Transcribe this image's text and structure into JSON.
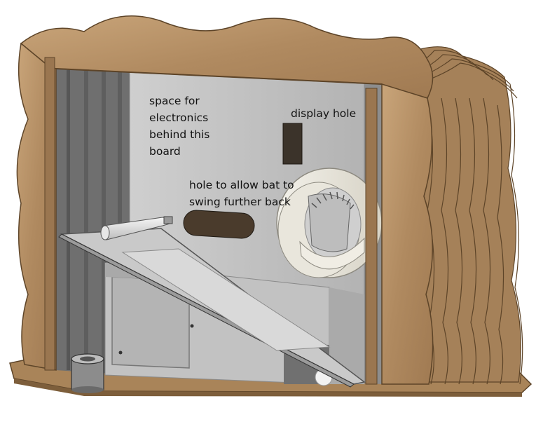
{
  "annotations": {
    "electronics": "space for\nelectronics\nbehind this\nboard",
    "display": "display hole",
    "bat": "hole to allow bat to\nswing further back"
  },
  "colors": {
    "wood": "#b8946b",
    "wood_dark": "#8c6a45",
    "wood_edge": "#6e5233",
    "panel": "#b9b9b9",
    "panel_light": "#d6d6d6",
    "interior_dark": "#7a7a7a",
    "hole": "#3a3026",
    "bat_white": "#ececec"
  },
  "icons": [
    "wooden-cabinet",
    "baseball-bat",
    "pitching-wheel",
    "ramp",
    "baseball",
    "cylinder-knob"
  ]
}
